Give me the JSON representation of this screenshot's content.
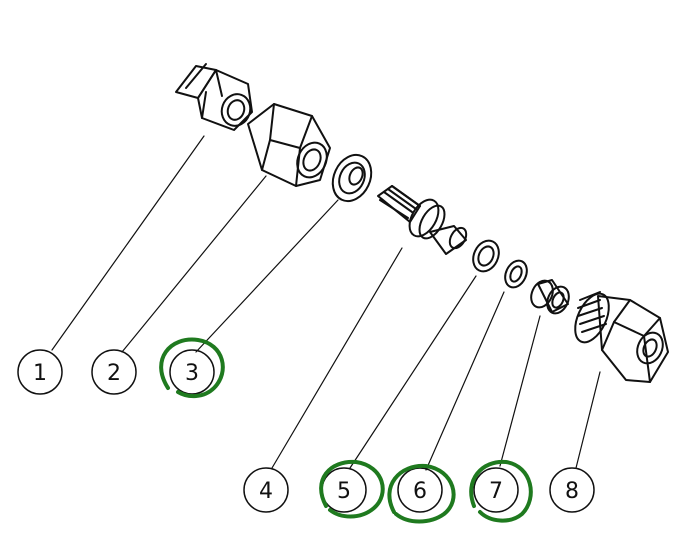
{
  "callouts": [
    {
      "id": "1",
      "label": "1",
      "highlighted": false
    },
    {
      "id": "2",
      "label": "2",
      "highlighted": false
    },
    {
      "id": "3",
      "label": "3",
      "highlighted": true
    },
    {
      "id": "4",
      "label": "4",
      "highlighted": false
    },
    {
      "id": "5",
      "label": "5",
      "highlighted": true
    },
    {
      "id": "6",
      "label": "6",
      "highlighted": true
    },
    {
      "id": "7",
      "label": "7",
      "highlighted": true
    },
    {
      "id": "8",
      "label": "8",
      "highlighted": false
    }
  ],
  "colors": {
    "line": "#111111",
    "highlight": "#1f7a1f",
    "background": "#ffffff"
  },
  "parts": [
    {
      "id": "1",
      "icon": "reducer-fitting-icon"
    },
    {
      "id": "2",
      "icon": "hex-nut-icon"
    },
    {
      "id": "3",
      "icon": "washer-icon"
    },
    {
      "id": "4",
      "icon": "threaded-nipple-icon"
    },
    {
      "id": "5",
      "icon": "o-ring-icon"
    },
    {
      "id": "6",
      "icon": "small-ring-icon"
    },
    {
      "id": "7",
      "icon": "sleeve-icon"
    },
    {
      "id": "8",
      "icon": "union-nut-fitting-icon"
    }
  ]
}
